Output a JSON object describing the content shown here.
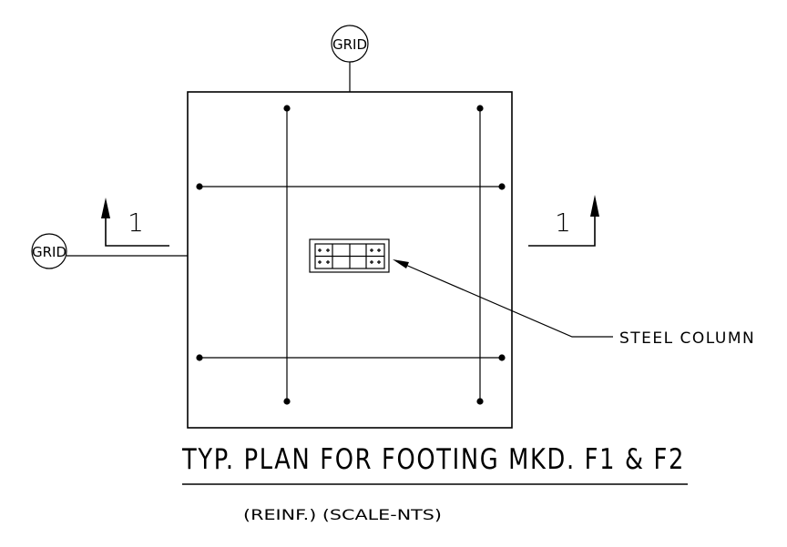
{
  "grid_top": {
    "label": "GRID"
  },
  "grid_left": {
    "label": "GRID"
  },
  "section_left": {
    "label": "1"
  },
  "section_right": {
    "label": "1"
  },
  "leader": {
    "label": "STEEL COLUMN"
  },
  "title": "TYP. PLAN FOR FOOTING MKD. F1 & F2",
  "subtitle": "(REINF.) (SCALE-NTS)"
}
